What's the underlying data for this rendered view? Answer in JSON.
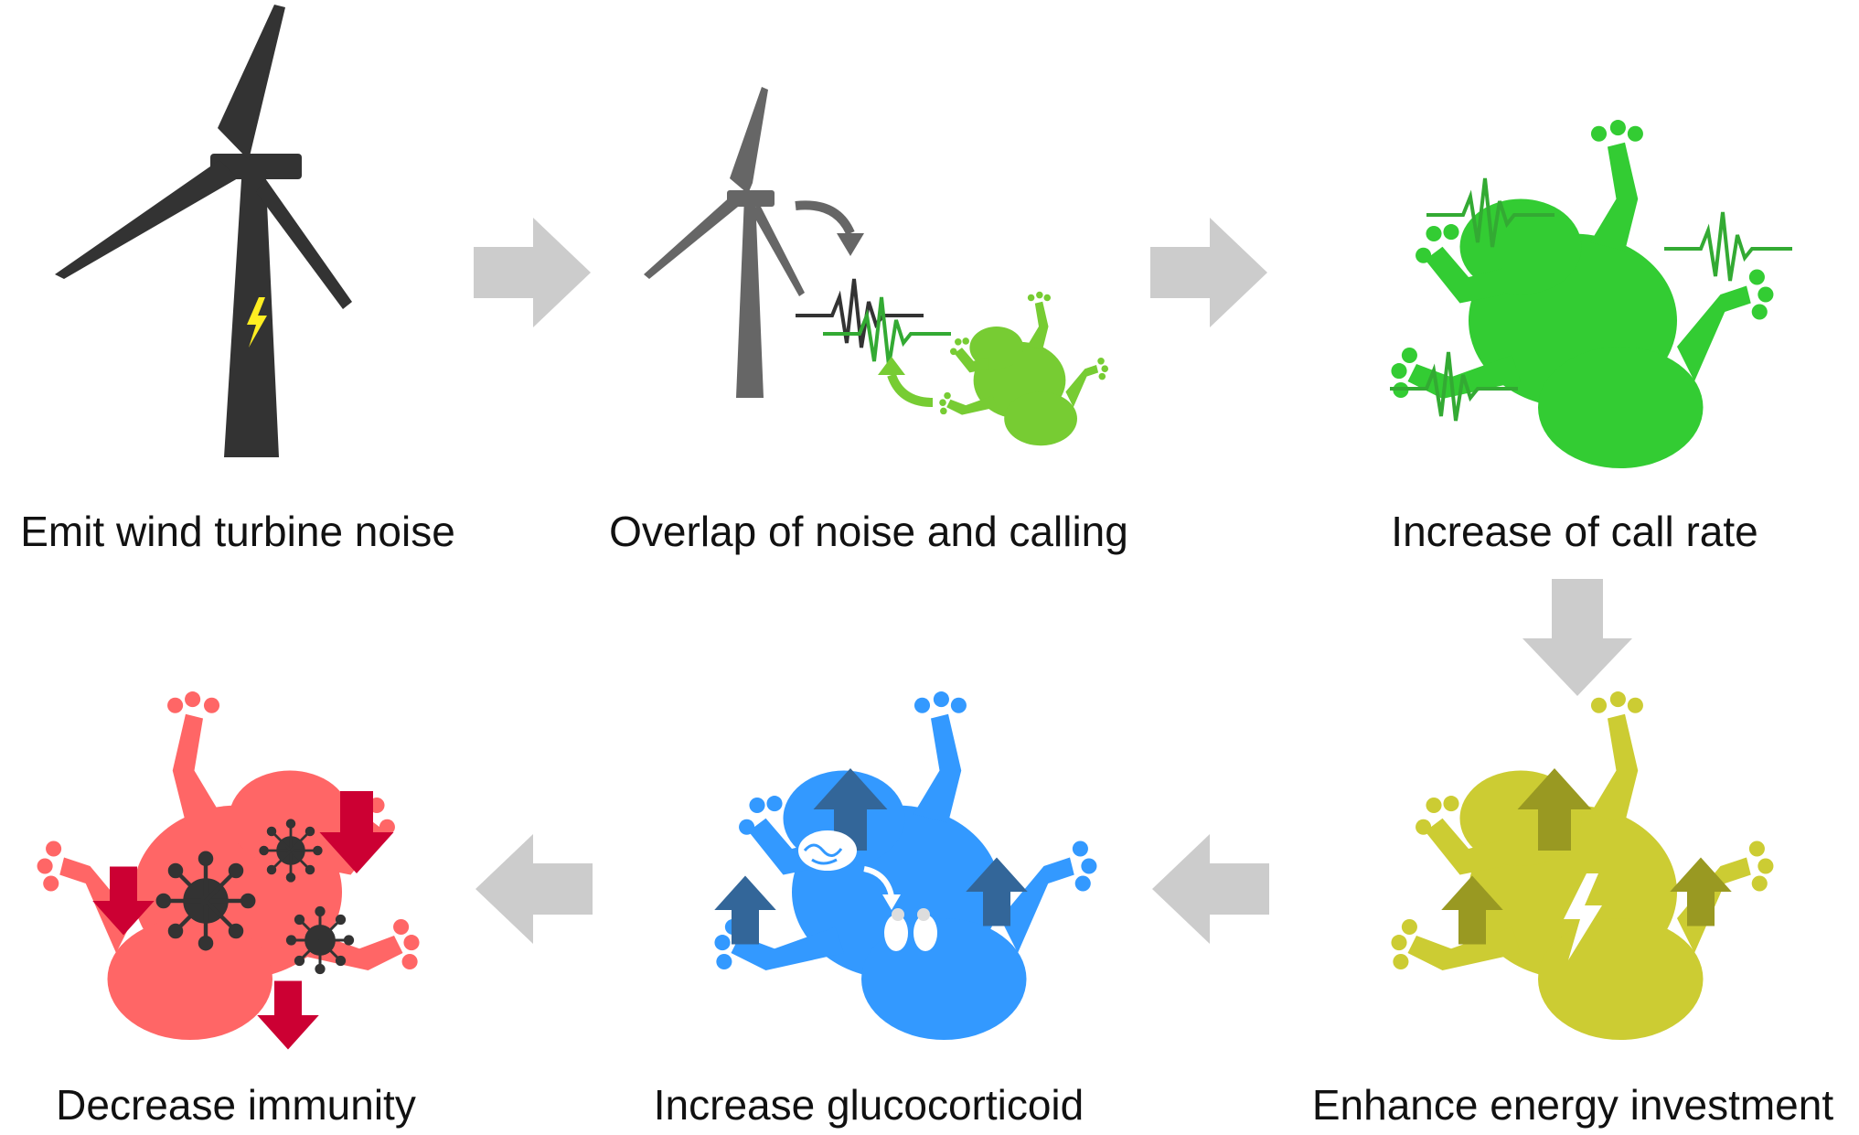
{
  "steps": [
    {
      "id": "emit",
      "label": "Emit wind turbine noise",
      "icon": "wind-turbine-icon",
      "color": "#333333"
    },
    {
      "id": "overlap",
      "label": "Overlap of noise and calling",
      "icon": "turbine-noise-frog-icon",
      "color": "#666666"
    },
    {
      "id": "call-rate",
      "label": "Increase of call rate",
      "icon": "calling-frog-icon",
      "color": "#33cc33"
    },
    {
      "id": "energy",
      "label": "Enhance energy investment",
      "icon": "energy-frog-icon",
      "color": "#cccc33"
    },
    {
      "id": "glucocorticoid",
      "label": "Increase glucocorticoid",
      "icon": "stress-frog-icon",
      "color": "#3399ff"
    },
    {
      "id": "immunity",
      "label": "Decrease immunity",
      "icon": "infected-frog-icon",
      "color": "#ff6666"
    }
  ],
  "colors": {
    "flow_arrow": "#cccccc",
    "turbine_dark": "#333333",
    "turbine_grey": "#666666",
    "bolt": "#ffee22",
    "wave_green": "#33aa33",
    "frog_light_green": "#77cc33",
    "frog_green": "#33cc33",
    "frog_yellow": "#cccc33",
    "arrow_olive": "#999922",
    "frog_blue": "#3399ff",
    "arrow_navy": "#336699",
    "frog_red": "#ff6666",
    "arrow_crimson": "#cc0033",
    "virus": "#333333"
  }
}
